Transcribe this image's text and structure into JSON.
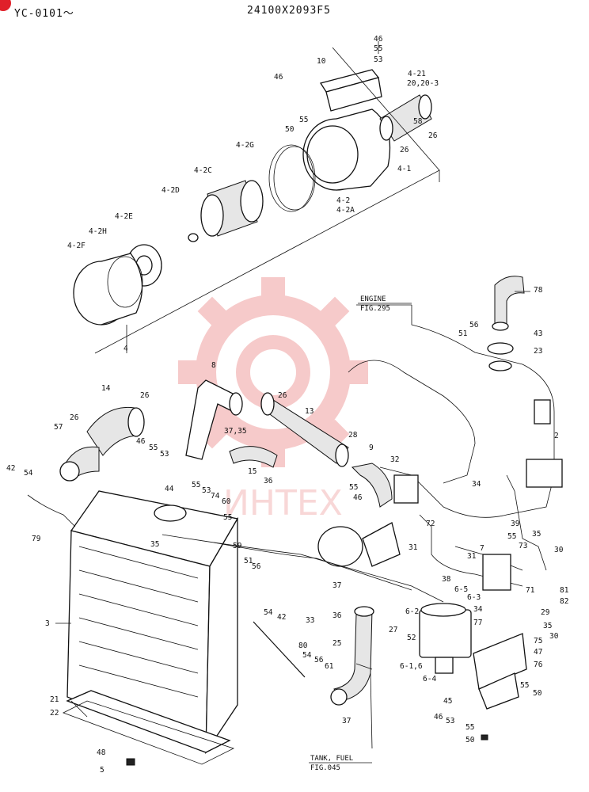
{
  "header": {
    "model": "YC-0101〜",
    "part_code": "24100X2093F5"
  },
  "references": {
    "engine_line1": "ENGINE",
    "engine_line2": "FIG.295",
    "tank_line1": "TANK, FUEL",
    "tank_line2": "FIG.045"
  },
  "watermark": "ИНТЕХ",
  "colors": {
    "watermark": "#f0a0a0",
    "badge": "#e0202a"
  },
  "callouts": [
    {
      "id": "c46a",
      "text": "46"
    },
    {
      "id": "c55a",
      "text": "55"
    },
    {
      "id": "c53a",
      "text": "53"
    },
    {
      "id": "c10",
      "text": "10"
    },
    {
      "id": "c46b",
      "text": "46"
    },
    {
      "id": "c421",
      "text": "4-21"
    },
    {
      "id": "c20",
      "text": "20,20-3"
    },
    {
      "id": "c55b",
      "text": "55"
    },
    {
      "id": "c50a",
      "text": "50"
    },
    {
      "id": "c58",
      "text": "58"
    },
    {
      "id": "c26a",
      "text": "26"
    },
    {
      "id": "c26b",
      "text": "26"
    },
    {
      "id": "c2G",
      "text": "4-2G"
    },
    {
      "id": "c41",
      "text": "4-1"
    },
    {
      "id": "c2C",
      "text": "4-2C"
    },
    {
      "id": "c42",
      "text": "4-2"
    },
    {
      "id": "c42A",
      "text": "4-2A"
    },
    {
      "id": "c2D",
      "text": "4-2D"
    },
    {
      "id": "c2E",
      "text": "4-2E"
    },
    {
      "id": "c2H",
      "text": "4-2H"
    },
    {
      "id": "c2F",
      "text": "4-2F"
    },
    {
      "id": "c4",
      "text": "4"
    },
    {
      "id": "c78",
      "text": "78"
    },
    {
      "id": "c56a",
      "text": "56"
    },
    {
      "id": "c51a",
      "text": "51"
    },
    {
      "id": "c43",
      "text": "43"
    },
    {
      "id": "c23",
      "text": "23"
    },
    {
      "id": "c8",
      "text": "8"
    },
    {
      "id": "c14",
      "text": "14"
    },
    {
      "id": "c26c",
      "text": "26"
    },
    {
      "id": "c26d",
      "text": "26"
    },
    {
      "id": "c26e",
      "text": "26"
    },
    {
      "id": "c13",
      "text": "13"
    },
    {
      "id": "c57",
      "text": "57"
    },
    {
      "id": "c3735",
      "text": "37,35"
    },
    {
      "id": "c28",
      "text": "28"
    },
    {
      "id": "c46c",
      "text": "46"
    },
    {
      "id": "c55c",
      "text": "55"
    },
    {
      "id": "c53b",
      "text": "53"
    },
    {
      "id": "c9",
      "text": "9"
    },
    {
      "id": "c32",
      "text": "32"
    },
    {
      "id": "c2",
      "text": "2"
    },
    {
      "id": "c15",
      "text": "15"
    },
    {
      "id": "c36a",
      "text": "36"
    },
    {
      "id": "c34a",
      "text": "34"
    },
    {
      "id": "c42b",
      "text": "42"
    },
    {
      "id": "c54a",
      "text": "54"
    },
    {
      "id": "c44",
      "text": "44"
    },
    {
      "id": "c55d",
      "text": "55"
    },
    {
      "id": "c53c",
      "text": "53"
    },
    {
      "id": "c74",
      "text": "74"
    },
    {
      "id": "c60",
      "text": "60"
    },
    {
      "id": "c55e",
      "text": "55"
    },
    {
      "id": "c46d",
      "text": "46"
    },
    {
      "id": "c55f",
      "text": "55"
    },
    {
      "id": "c72",
      "text": "72"
    },
    {
      "id": "c79",
      "text": "79"
    },
    {
      "id": "c35a",
      "text": "35"
    },
    {
      "id": "c59",
      "text": "59"
    },
    {
      "id": "c3935",
      "text": "39"
    },
    {
      "id": "c35b",
      "text": "35"
    },
    {
      "id": "c55g",
      "text": "55"
    },
    {
      "id": "c30a",
      "text": "30"
    },
    {
      "id": "c31a",
      "text": "31"
    },
    {
      "id": "c31b",
      "text": "31"
    },
    {
      "id": "c7",
      "text": "7"
    },
    {
      "id": "c73",
      "text": "73"
    },
    {
      "id": "c71",
      "text": "71"
    },
    {
      "id": "c51b",
      "text": "51"
    },
    {
      "id": "c56b",
      "text": "56"
    },
    {
      "id": "c38",
      "text": "38"
    },
    {
      "id": "c65",
      "text": "6-5"
    },
    {
      "id": "c63",
      "text": "6-3"
    },
    {
      "id": "c34b",
      "text": "34"
    },
    {
      "id": "c62",
      "text": "6-2"
    },
    {
      "id": "c77",
      "text": "77"
    },
    {
      "id": "c81",
      "text": "81"
    },
    {
      "id": "c82",
      "text": "82"
    },
    {
      "id": "c29",
      "text": "29"
    },
    {
      "id": "c35c",
      "text": "35"
    },
    {
      "id": "c30b",
      "text": "30"
    },
    {
      "id": "c3",
      "text": "3"
    },
    {
      "id": "c37",
      "text": "37"
    },
    {
      "id": "c3626",
      "text": "36"
    },
    {
      "id": "c33",
      "text": "33"
    },
    {
      "id": "c27",
      "text": "27"
    },
    {
      "id": "c52",
      "text": "52"
    },
    {
      "id": "c54b",
      "text": "54"
    },
    {
      "id": "c42c",
      "text": "42"
    },
    {
      "id": "c80",
      "text": "80"
    },
    {
      "id": "c25",
      "text": "25"
    },
    {
      "id": "c61",
      "text": "61"
    },
    {
      "id": "c56c",
      "text": "56"
    },
    {
      "id": "c54c",
      "text": "54"
    },
    {
      "id": "c75",
      "text": "75"
    },
    {
      "id": "c47",
      "text": "47"
    },
    {
      "id": "c76",
      "text": "76"
    },
    {
      "id": "c616",
      "text": "6-1,6"
    },
    {
      "id": "c64",
      "text": "6-4"
    },
    {
      "id": "c21",
      "text": "21"
    },
    {
      "id": "c22",
      "text": "22"
    },
    {
      "id": "c45",
      "text": "45"
    },
    {
      "id": "c46e",
      "text": "46"
    },
    {
      "id": "c55h",
      "text": "55"
    },
    {
      "id": "c50b",
      "text": "50"
    },
    {
      "id": "c53d",
      "text": "53"
    },
    {
      "id": "c37b",
      "text": "37"
    },
    {
      "id": "c55i",
      "text": "55"
    },
    {
      "id": "c50c",
      "text": "50"
    },
    {
      "id": "c48",
      "text": "48"
    },
    {
      "id": "c5",
      "text": "5"
    }
  ]
}
